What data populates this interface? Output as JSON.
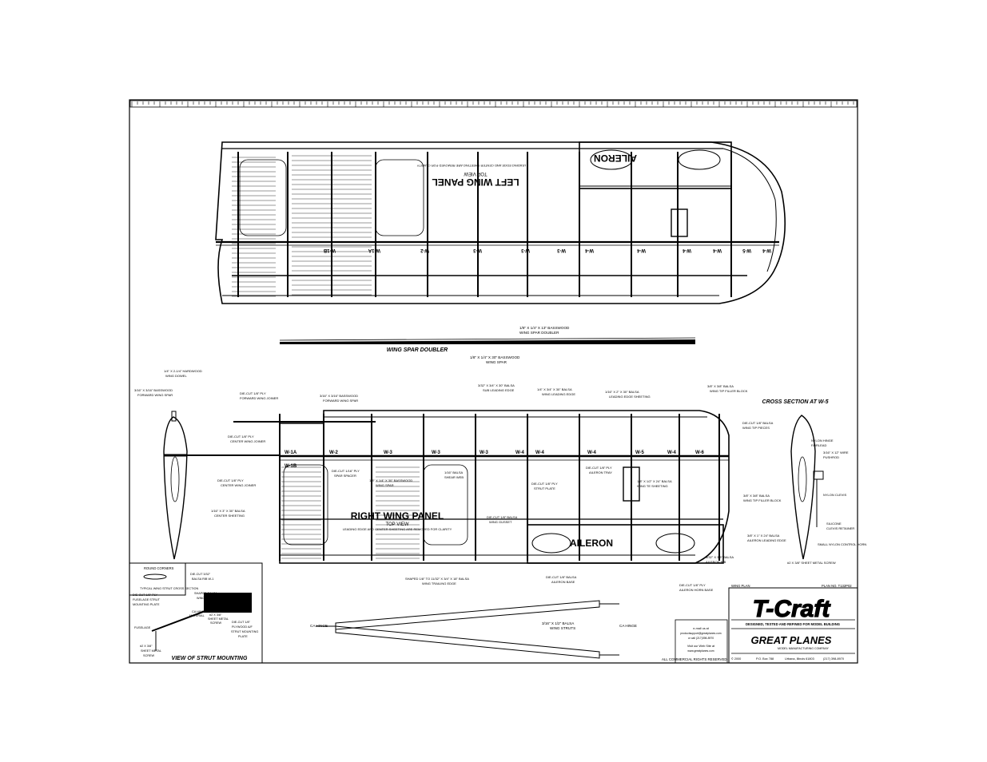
{
  "ruler_count": 130,
  "left_panel": {
    "title": "LEFT WING PANEL",
    "subtitle": "TOP VIEW",
    "note": "LEADING EDGE AND CENTER SHEETING ARE REMOVED FOR CLARITY",
    "aileron": "AILERON",
    "stations": [
      "W-1B",
      "W-1A",
      "W-2",
      "W-3",
      "W-3",
      "W-3",
      "W-4",
      "W-4",
      "W-4",
      "W-4",
      "W-5",
      "W-4",
      "W-6"
    ]
  },
  "right_panel": {
    "title": "RIGHT WING PANEL",
    "subtitle": "TOP VIEW",
    "note": "LEADING EDGE AND CENTER SHEETING ARE REMOVED FOR CLARITY",
    "aileron": "AILERON",
    "stations": [
      "W-1A",
      "W-1B",
      "W-2",
      "W-3",
      "W-3",
      "W-3",
      "W-4",
      "W-4",
      "W-4",
      "W-5",
      "W-4",
      "W-6"
    ]
  },
  "spar_doubler": {
    "title": "WING SPAR DOUBLER",
    "label1": "1/8\" X 1/4\" X 13\" BASSWOOD",
    "label1b": "WING SPAR DOUBLER",
    "label2": "1/8\" X 1/4\" X 30\" BASSWOOD",
    "label2b": "WING SPAR"
  },
  "cross_section": {
    "title": "CROSS SECTION AT W-5"
  },
  "labels_right": [
    "1/4\" X 2-1/4\" HARDWOOD",
    "WING DOWEL",
    "3/16\" X 3/16\" BASSWOOD",
    "FORWARD WING SPAR",
    "DIE-CUT 1/8\" PLY",
    "FORWARD WING JOINER",
    "3/16\" X 3/16\" BASSWOOD",
    "FORWARD WING SPAR",
    "3/32\" X 3/4\" X 30\" BALSA",
    "SUB LEADING EDGE",
    "1/4\" X 3/4\" X 30\" BALSA",
    "WING LEADING EDGE",
    "1/16\" X 2\" X 30\" BALSA",
    "LEADING EDGE SHEETING",
    "3/8\" X 3/8\" BALSA",
    "WING TIP FILLER BLOCK",
    "DIE-CUT 1/8\" PLY",
    "CENTER WING JOINER",
    "DIE-CUT 1/8\" PLY",
    "CENTER WING JOINER",
    "1/16\" X 3\" X 30\" BALSA",
    "CENTER SHEETING",
    "DIE-CUT 1/16\" PLY",
    "SPAR SPACER",
    "1/8\" X 1/4\" X 30\" BASSWOOD",
    "WING SPAR",
    "1/16\" BALSA",
    "SHEAR WEB",
    "DIE-CUT 1/8\" PLY",
    "STRUT PLATE",
    "DIE-CUT 1/8\" PLY",
    "AILERON TRAY",
    "1/8\" X 1/2\" X 24\" BALSA",
    "WING TE SHEETING",
    "DIE-CUT 1/8\" BALSA",
    "WING TIP PIECES",
    "3/8\" X 3/8\" BALSA",
    "WING TIP FILLER BLOCK",
    "3/8\" X 1\" X 24\" BALSA",
    "AILERON LEADING EDGE",
    "3/32\" X 3/8\" BALSA",
    "AILERON RIB",
    "DIE-CUT 1/8\" BALSA",
    "WING GUSSET",
    "SHAPED 1/8\" TO 11/32\" X 3/4\" X 18\" BALSA",
    "WING TRAILING EDGE",
    "DIE-CUT 1/8\" BALSA",
    "AILERON BASE",
    "DIE-CUT 1/8\" PLY",
    "AILERON HORN BASE",
    "NYLON HINGE",
    "FAIRLEAD",
    "3/16\" X 12\" WIRE",
    "PUSHROD",
    "NYLON CLEVIS",
    "SILICONE",
    "CLEVIS RETAINER",
    "SMALL NYLON CONTROL HORN",
    "#2 X 3/8\" SHEET METAL SCREW"
  ],
  "strut": {
    "label": "3/16\" X 1/2\" BALSA",
    "label_b": "WING STRUTS",
    "ca_hinge": "CA HINGE"
  },
  "strut_mount": {
    "title": "VIEW OF STRUT MOUNTING",
    "round_corners": "ROUND CORNERS",
    "typical": "TYPICAL WING STRUT CROSS SECTION",
    "labels": [
      "DIE-CUT 3/32\"",
      "BALSA RIB W-1",
      "DIE-CUT 1/8\" PLY",
      "FUSELAGE STRUT",
      "MOUNTING PLATE",
      "SHAPED BALSA",
      "WING STRUT",
      "CA HINGE",
      "MATERIAL",
      "#2 X 3/8\"",
      "SHEET METAL",
      "SCREW",
      "DIE-CUT 1/8\"",
      "PLYWOOD A/F",
      "STRUT MOUNTING",
      "PLATE",
      "FUSELAGE",
      "#2 X 3/8\"",
      "SHEET METAL",
      "SCREW"
    ]
  },
  "title_block": {
    "plan_label": "WING PLAN",
    "plan_no": "PLAN NO. T132P02",
    "logo": "T-Craft",
    "tagline": "DESIGNED, TESTED AND REFINED FOR MODEL BUILDING",
    "brand": "GREAT PLANES",
    "brand_sub": "MODEL MANUFACTURING COMPANY",
    "copyright": "© 2000",
    "address": "P.O. Box 788",
    "city": "Urbana, Illinois 61803",
    "phone": "(217) 398-8970",
    "email_head": "e-mail us at",
    "email": "productsupport@greatplanes.com",
    "fax": "or call (217)398-8970",
    "web_head": "Visit our Web Site at",
    "web": "www.greatplanes.com",
    "rights": "ALL COMMERCIAL RIGHTS RESERVED"
  }
}
